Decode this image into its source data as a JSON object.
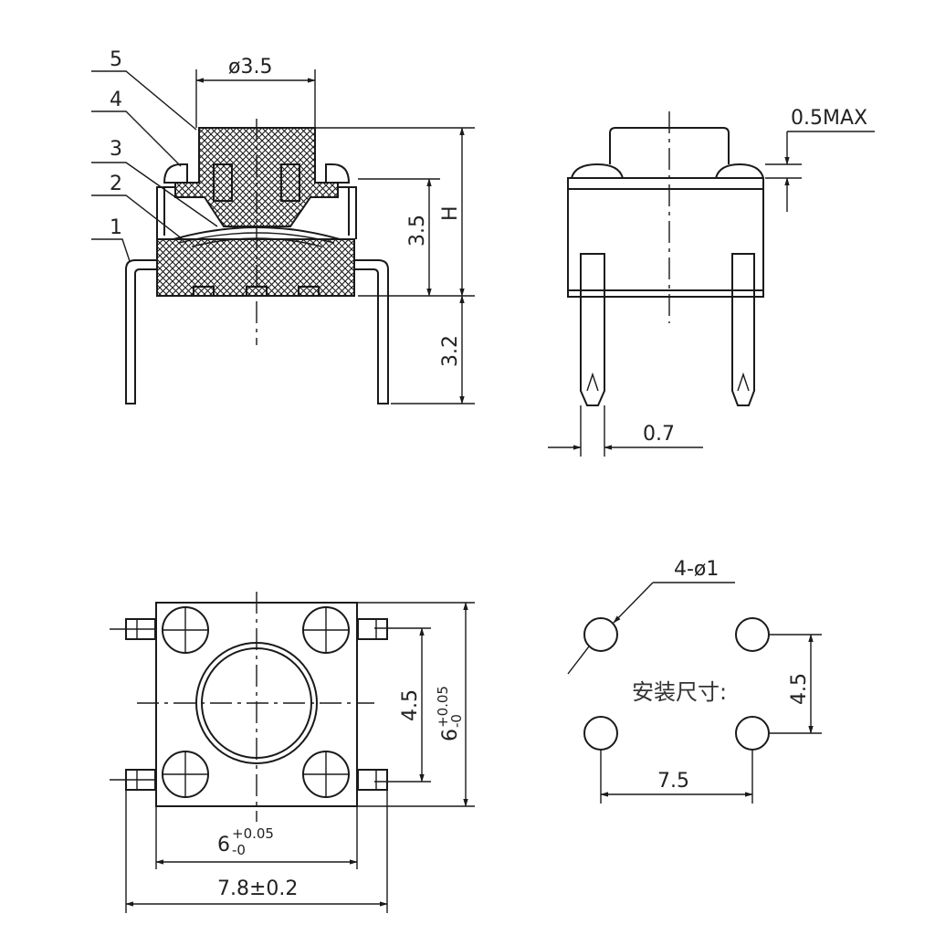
{
  "callouts": [
    "5",
    "4",
    "3",
    "2",
    "1"
  ],
  "side_view": {
    "cap_diameter": "ø3.5",
    "body_height": "3.5",
    "total_height": "H",
    "lead_length": "3.2"
  },
  "front_view": {
    "protrusion": "0.5MAX",
    "lead_width": "0.7"
  },
  "top_view": {
    "pitch_y": "4.5",
    "body_height_main": "6",
    "body_height_tol_plus": "+0.05",
    "body_height_tol_minus": "-0",
    "body_width_main": "6",
    "body_width_tol_plus": "+0.05",
    "body_width_tol_minus": "-0",
    "overall_width": "7.8±0.2"
  },
  "footprint": {
    "holes": "4-ø1",
    "mounting_label": "安装尺寸:",
    "pitch_y": "4.5",
    "pitch_x": "7.5"
  }
}
